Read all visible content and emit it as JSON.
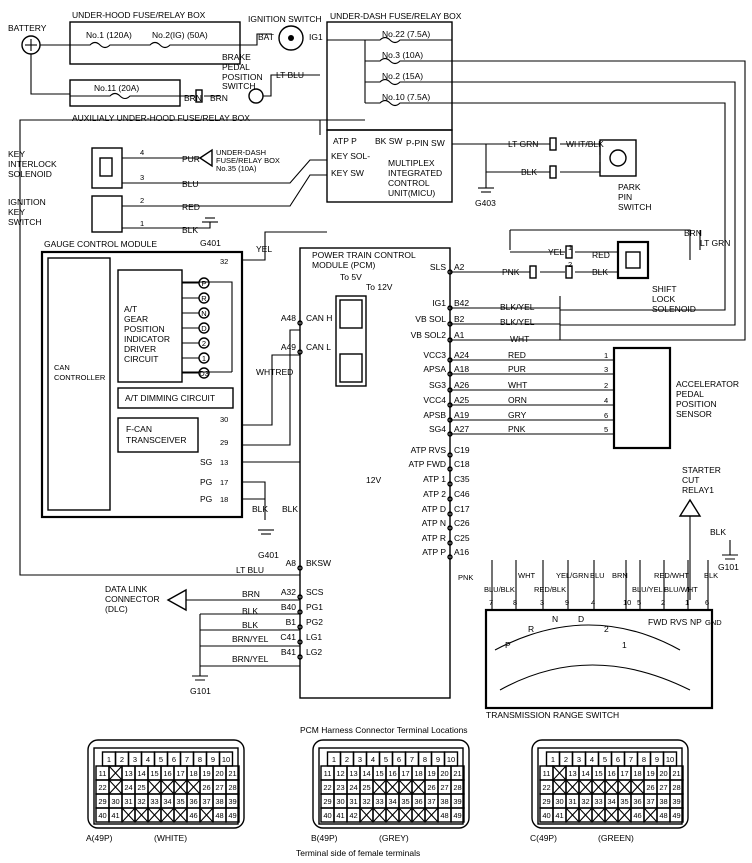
{
  "blocks": {
    "battery": "BATTERY",
    "under_hood_box": "UNDER-HOOD FUSE/RELAY BOX",
    "fuse_1": "No.1 (120A)",
    "fuse_2": "No.2(IG) (50A)",
    "aux_box": "AUXILIALY UNDER-HOOD FUSE/RELAY BOX",
    "fuse_11": "No.11 (20A)",
    "ignition_switch": "IGNITION SWITCH",
    "bat": "BAT",
    "ig1": "IG1",
    "under_dash_box": "UNDER-DASH FUSE/RELAY BOX",
    "fuse_22": "No.22 (7.5A)",
    "fuse_3": "No.3 (10A)",
    "fuse_2b": "No.2 (15A)",
    "fuse_10": "No.10 (7.5A)",
    "brake_switch": [
      "BRAKE",
      "PEDAL",
      "POSITION",
      "SWITCH"
    ],
    "key_interlock": [
      "KEY",
      "INTERLOCK",
      "SOLENOID"
    ],
    "ignition_key_switch": [
      "IGNITION",
      "KEY",
      "SWITCH"
    ],
    "under_dash_fuse_ref": [
      "UNDER-DASH",
      "FUSE/RELAY BOX",
      "No.35 (10A)"
    ],
    "micu_pins": [
      "ATP P",
      "BK SW",
      "P-PIN SW",
      "KEY SOL-",
      "KEY SW"
    ],
    "micu": [
      "MULTIPLEX",
      "INTEGRATED",
      "CONTROL",
      "UNIT(MICU)"
    ],
    "park_pin_switch": [
      "PARK",
      "PIN",
      "SWITCH"
    ],
    "g403": "G403",
    "g401": "G401",
    "g101": "G101",
    "gauge_module": "GAUGE CONTROL MODULE",
    "can_controller": [
      "CAN",
      "CONTROLLER"
    ],
    "gear_indicator": [
      "A/T",
      "GEAR",
      "POSITION",
      "INDICATOR",
      "DRIVER",
      "CIRCUIT"
    ],
    "gear_letters": [
      "P",
      "R",
      "N",
      "D",
      "2",
      "1",
      "D3"
    ],
    "dimming": "A/T DIMMING CIRCUIT",
    "fcan": [
      "F-CAN",
      "TRANSCEIVER"
    ],
    "pcm": [
      "POWER TRAIN CONTROL",
      "MODULE (PCM)"
    ],
    "to5v": "To 5V",
    "to12v": "To 12V",
    "v12": "12V",
    "shift_lock": [
      "SHIFT",
      "LOCK",
      "SOLENOID"
    ],
    "accel_sensor": [
      "ACCELERATOR",
      "PEDAL",
      "POSITION",
      "SENSOR"
    ],
    "starter_relay": [
      "STARTER",
      "CUT",
      "RELAY1"
    ],
    "dlc": [
      "DATA LINK",
      "CONNECTOR",
      "(DLC)"
    ],
    "trans_switch": "TRANSMISSION RANGE SWITCH",
    "trs_labels": [
      "FWD",
      "RVS",
      "NP",
      "GND"
    ],
    "trs_positions": [
      "P",
      "R",
      "N",
      "D",
      "2",
      "1"
    ],
    "connector_title": "PCM Harness Connector Terminal Locations",
    "connector_footer": "Terminal side of female terminals",
    "connectors": [
      {
        "id": "A(49P)",
        "color": "(WHITE)"
      },
      {
        "id": "B(49P)",
        "color": "(GREY)"
      },
      {
        "id": "C(49P)",
        "color": "(GREEN)"
      }
    ]
  },
  "wire_labels": {
    "brn": "BRN",
    "lt_blu": "LT BLU",
    "pur": "PUR",
    "blu": "BLU",
    "red": "RED",
    "blk": "BLK",
    "yel": "YEL",
    "lt_grn": "LT GRN",
    "wht_blk": "WHT/BLK",
    "pnk": "PNK",
    "blk_yel": "BLK/YEL",
    "wht": "WHT",
    "orn": "ORN",
    "gry": "GRY",
    "wht_red": "WHTRED",
    "sg": "SG",
    "pg": "PG",
    "yel_grn": "YEL/GRN",
    "red_blk": "RED/BLK",
    "blu_blk": "BLU/BLK",
    "blu_yel": "BLU/YEL",
    "blu_wht": "BLU/WHT",
    "red_wht": "RED/WHT",
    "brn_yel": "BRN/YEL"
  },
  "pcm_terminals": [
    {
      "pin": "A2",
      "name": "SLS"
    },
    {
      "pin": "B42",
      "name": "IG1"
    },
    {
      "pin": "B2",
      "name": "VB SOL"
    },
    {
      "pin": "A1",
      "name": "VB SOL2"
    },
    {
      "pin": "A24",
      "name": "VCC3"
    },
    {
      "pin": "A18",
      "name": "APSA"
    },
    {
      "pin": "A26",
      "name": "SG3"
    },
    {
      "pin": "A25",
      "name": "VCC4"
    },
    {
      "pin": "A19",
      "name": "APSB"
    },
    {
      "pin": "A27",
      "name": "SG4"
    },
    {
      "pin": "C19",
      "name": "ATP RVS"
    },
    {
      "pin": "C18",
      "name": "ATP FWD"
    },
    {
      "pin": "C35",
      "name": "ATP 1"
    },
    {
      "pin": "C46",
      "name": "ATP 2"
    },
    {
      "pin": "C17",
      "name": "ATP D"
    },
    {
      "pin": "C26",
      "name": "ATP N"
    },
    {
      "pin": "C25",
      "name": "ATP R"
    },
    {
      "pin": "A16",
      "name": "ATP P"
    }
  ],
  "pcm_left_terminals": [
    {
      "pin": "A48",
      "name": "CAN H"
    },
    {
      "pin": "A49",
      "name": "CAN L"
    },
    {
      "pin": "A8",
      "name": "BKSW"
    },
    {
      "pin": "A32",
      "name": "SCS"
    },
    {
      "pin": "B40",
      "name": "PG1"
    },
    {
      "pin": "B1",
      "name": "PG2"
    },
    {
      "pin": "C41",
      "name": "LG1"
    },
    {
      "pin": "B41",
      "name": "LG2"
    }
  ],
  "accel_pins": [
    "1",
    "3",
    "2",
    "4",
    "6",
    "5"
  ],
  "gauge_pins": [
    "32",
    "30",
    "29",
    "13",
    "17",
    "18"
  ],
  "trs_pins": [
    "7",
    "8",
    "3",
    "9",
    "4",
    "10",
    "5",
    "2",
    "1",
    "6"
  ],
  "connector_rows": [
    [
      "1",
      "2",
      "3",
      "4",
      "5",
      "6",
      "7",
      "8",
      "9",
      "10"
    ],
    [
      "11",
      "",
      "13",
      "14",
      "15",
      "16",
      "17",
      "18",
      "19",
      "20",
      "21"
    ],
    [
      "22",
      "",
      "24",
      "25",
      "",
      "",
      "",
      "",
      "26",
      "27",
      "28"
    ],
    [
      "29",
      "30",
      "31",
      "32",
      "33",
      "34",
      "35",
      "36",
      "37",
      "38",
      "39"
    ],
    [
      "40",
      "41",
      "",
      "",
      "",
      "",
      "",
      "46",
      "",
      "48",
      "49"
    ]
  ],
  "connector_rows_b": [
    [
      "1",
      "2",
      "3",
      "4",
      "5",
      "6",
      "7",
      "8",
      "9",
      "10"
    ],
    [
      "11",
      "12",
      "13",
      "14",
      "15",
      "16",
      "17",
      "18",
      "19",
      "20",
      "21"
    ],
    [
      "22",
      "23",
      "24",
      "25",
      "",
      "",
      "",
      "",
      "26",
      "27",
      "28"
    ],
    [
      "29",
      "30",
      "31",
      "32",
      "33",
      "34",
      "35",
      "36",
      "37",
      "38",
      "39"
    ],
    [
      "40",
      "41",
      "42",
      "",
      "",
      "",
      "",
      "",
      "",
      "48",
      "49"
    ]
  ],
  "connector_rows_c": [
    [
      "1",
      "2",
      "3",
      "4",
      "5",
      "6",
      "7",
      "8",
      "9",
      "10"
    ],
    [
      "11",
      "",
      "13",
      "14",
      "15",
      "16",
      "17",
      "18",
      "19",
      "20",
      "21"
    ],
    [
      "22",
      "",
      "",
      "",
      "",
      "",
      "",
      "",
      "26",
      "27",
      "28"
    ],
    [
      "29",
      "30",
      "31",
      "32",
      "33",
      "34",
      "35",
      "36",
      "37",
      "38",
      "39"
    ],
    [
      "40",
      "41",
      "",
      "",
      "",
      "",
      "",
      "46",
      "",
      "48",
      "49"
    ]
  ]
}
